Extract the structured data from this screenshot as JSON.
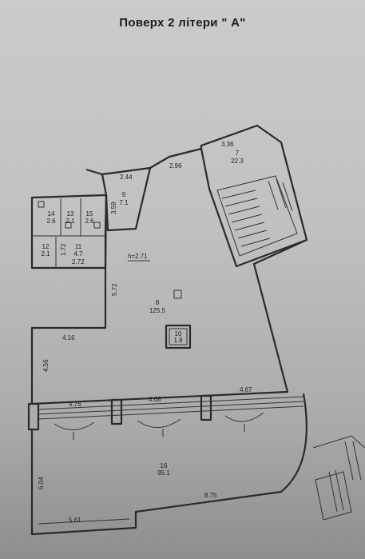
{
  "title": "Поверх  2  літери \" А\"",
  "height_mark": "h=2.71",
  "rooms": [
    {
      "id": "14",
      "area": "2.6"
    },
    {
      "id": "13",
      "area": "2.1"
    },
    {
      "id": "15",
      "area": "2.6"
    },
    {
      "id": "12",
      "area": "2.1"
    },
    {
      "id": "11",
      "area": "4.7"
    },
    {
      "id": "9",
      "area": "7.1"
    },
    {
      "id": "7",
      "area": "22.3"
    },
    {
      "id": "8",
      "area": "125.5"
    },
    {
      "id": "10",
      "area": "1.8"
    },
    {
      "id": "16",
      "area": "95.1"
    }
  ],
  "dimensions": {
    "d_2_44": "2.44",
    "d_2_96": "2.96",
    "d_3_36": "3.36",
    "d_3_59": "3.59",
    "d_1_72": "1.72",
    "d_2_72": "2.72",
    "d_5_72": "5.72",
    "d_4_16": "4.16",
    "d_4_56": "4.56",
    "d_4_76": "4.76",
    "d_4_68": "4.68",
    "d_4_67": "4.67",
    "d_6_04": "6.04",
    "d_8_75": "8.75",
    "d_5_61": "5.61"
  }
}
